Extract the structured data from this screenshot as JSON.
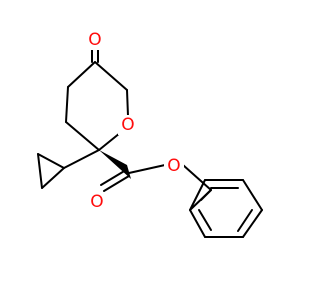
{
  "molecule": {
    "atoms": {
      "ketone_o": {
        "symbol": "O",
        "color": "#ff0d0d"
      },
      "ring_o": {
        "symbol": "O",
        "color": "#ff0d0d"
      },
      "ester_carbonyl_o": {
        "symbol": "O",
        "color": "#ff0d0d"
      },
      "ester_o": {
        "symbol": "O",
        "color": "#ff0d0d"
      }
    },
    "bond_color": "#000000",
    "heteroatom_color": "#ff0d0d"
  }
}
